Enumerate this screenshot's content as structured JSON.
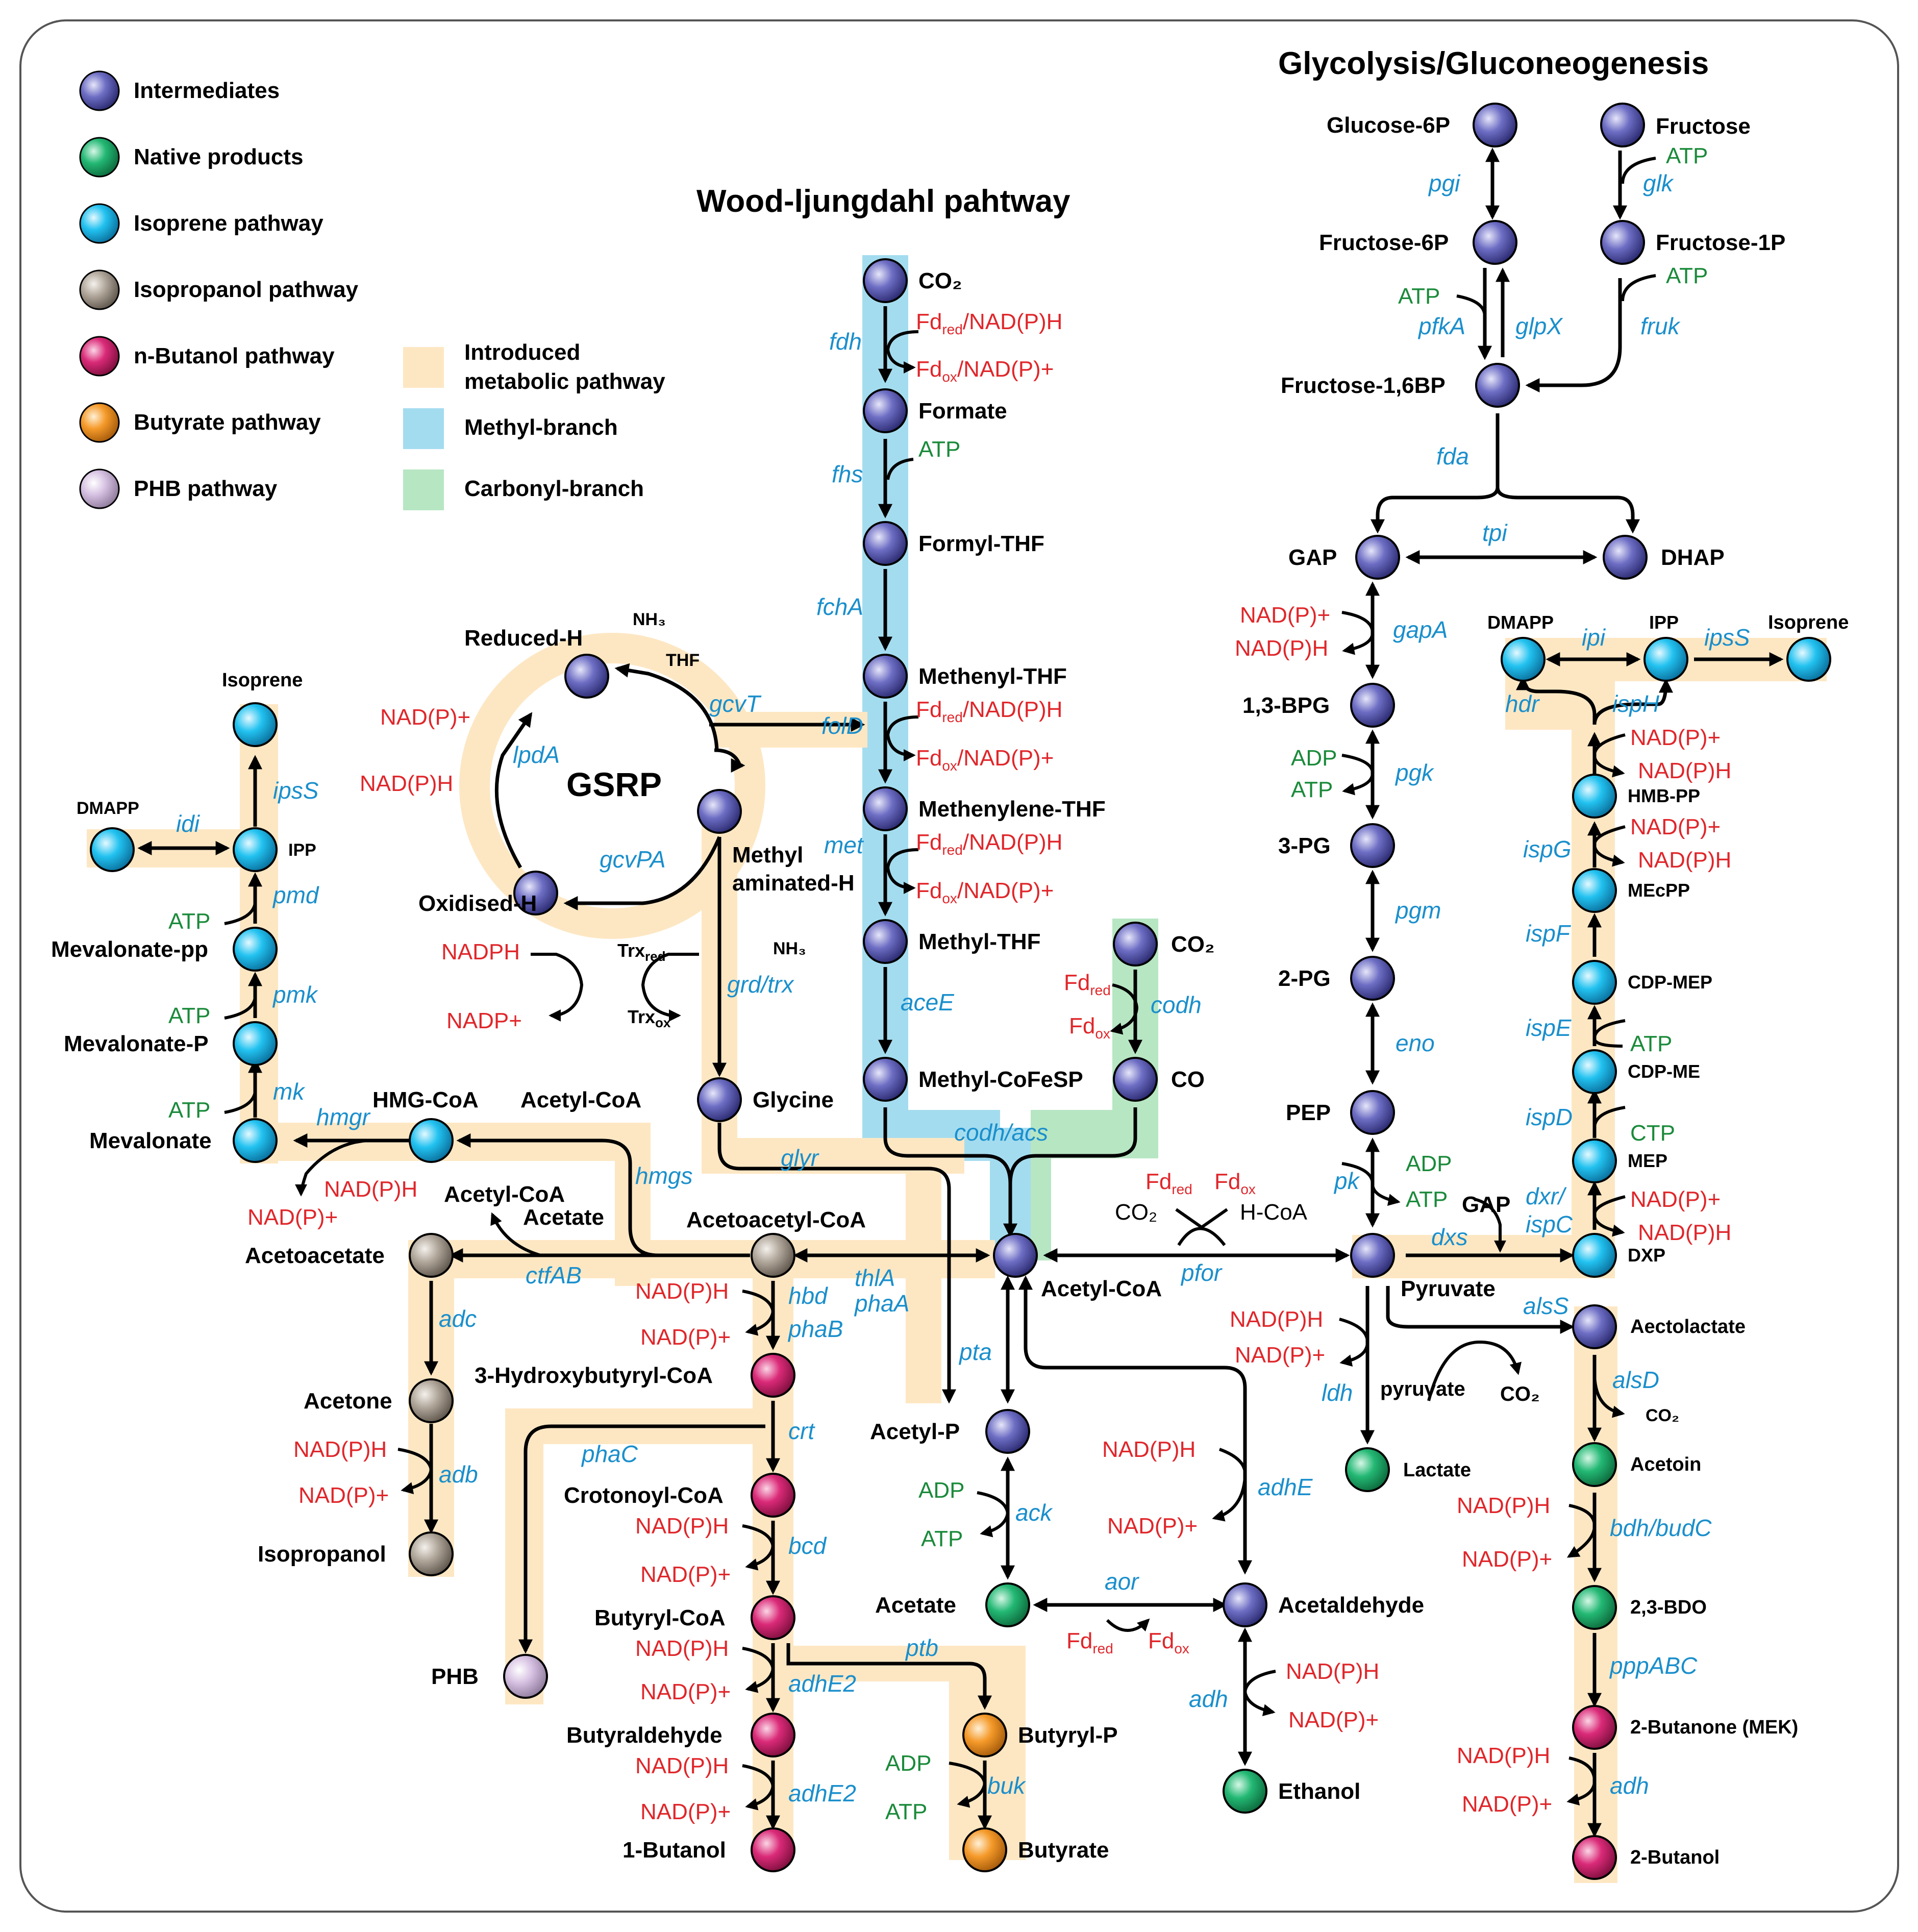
{
  "titles": {
    "wood": "Wood-ljungdahl pahtway",
    "glyco": "Glycolysis/Gluconeogenesis",
    "gsrp": "GSRP"
  },
  "colors": {
    "intermediate": "#5a5ab4",
    "native": "#1faa6a",
    "isoprene": "#19b8ea",
    "isopropanol": "#a89e92",
    "butanol": "#d4206e",
    "butyrate": "#f3921e",
    "phb": "#cdb2d9",
    "introduced": "#fde7c3",
    "methyl": "#a4dcef",
    "carbonyl": "#b7e6c3",
    "enzyme": "#1a8fcc",
    "cofactor_red": "#e0262a",
    "cofactor_green": "#1a8a3a"
  },
  "legend": [
    {
      "type": "intermediate",
      "label": "Intermediates"
    },
    {
      "type": "native",
      "label": "Native products"
    },
    {
      "type": "isoprene",
      "label": "Isoprene pathway"
    },
    {
      "type": "isopropanol",
      "label": "Isopropanol pathway"
    },
    {
      "type": "butanol",
      "label": "n-Butanol pathway"
    },
    {
      "type": "butyrate",
      "label": "Butyrate pathway"
    },
    {
      "type": "phb",
      "label": "PHB pathway"
    }
  ],
  "legend2": [
    {
      "type": "introduced",
      "label1": "Introduced",
      "label2": "metabolic pathway"
    },
    {
      "type": "methyl",
      "label1": "Methyl-branch",
      "label2": ""
    },
    {
      "type": "carbonyl",
      "label1": "Carbonyl-branch",
      "label2": ""
    }
  ],
  "nodes": [
    {
      "id": "co2_w",
      "label": "CO₂",
      "type": "intermediate"
    },
    {
      "id": "formate",
      "label": "Formate",
      "type": "intermediate"
    },
    {
      "id": "formylthf",
      "label": "Formyl-THF",
      "type": "intermediate"
    },
    {
      "id": "methenylthf",
      "label": "Methenyl-THF",
      "type": "intermediate"
    },
    {
      "id": "methenylenethf",
      "label": "Methenylene-THF",
      "type": "intermediate"
    },
    {
      "id": "methylthf",
      "label": "Methyl-THF",
      "type": "intermediate"
    },
    {
      "id": "methylcofesp",
      "label": "Methyl-CoFeSP",
      "type": "intermediate"
    },
    {
      "id": "co2_c",
      "label": "CO₂",
      "type": "intermediate"
    },
    {
      "id": "co",
      "label": "CO",
      "type": "intermediate"
    },
    {
      "id": "acetylcoa",
      "label": "Acetyl-CoA",
      "type": "intermediate"
    },
    {
      "id": "reducedh",
      "label": "Reduced-H",
      "type": "intermediate"
    },
    {
      "id": "methylaminated",
      "label": "Methyl",
      "label2": "aminated-H",
      "type": "intermediate"
    },
    {
      "id": "oxidisedh",
      "label": "Oxidised-H",
      "type": "intermediate"
    },
    {
      "id": "glycine",
      "label": "Glycine",
      "type": "intermediate"
    },
    {
      "id": "acetylp",
      "label": "Acetyl-P",
      "type": "intermediate"
    },
    {
      "id": "acetate_n",
      "label": "Acetate",
      "type": "native"
    },
    {
      "id": "acetaldehyde",
      "label": "Acetaldehyde",
      "type": "intermediate"
    },
    {
      "id": "ethanol",
      "label": "Ethanol",
      "type": "native"
    },
    {
      "id": "acetoacetylcoa",
      "label": "Acetoacetyl-CoA",
      "type": "isopropanol"
    },
    {
      "id": "acetoacetate",
      "label": "Acetoacetate",
      "type": "isopropanol"
    },
    {
      "id": "acetone",
      "label": "Acetone",
      "type": "isopropanol"
    },
    {
      "id": "isopropanol",
      "label": "Isopropanol",
      "type": "isopropanol"
    },
    {
      "id": "hbcoa",
      "label": "3-Hydroxybutyryl-CoA",
      "type": "butanol"
    },
    {
      "id": "crotonoylcoa",
      "label": "Crotonoyl-CoA",
      "type": "butanol"
    },
    {
      "id": "butyrylcoa",
      "label": "Butyryl-CoA",
      "type": "butanol"
    },
    {
      "id": "butyraldehyde",
      "label": "Butyraldehyde",
      "type": "butanol"
    },
    {
      "id": "butanol1",
      "label": "1-Butanol",
      "type": "butanol"
    },
    {
      "id": "phb",
      "label": "PHB",
      "type": "phb"
    },
    {
      "id": "butyrylp",
      "label": "Butyryl-P",
      "type": "butyrate"
    },
    {
      "id": "butyrate",
      "label": "Butyrate",
      "type": "butyrate"
    },
    {
      "id": "hmgcoa",
      "label": "HMG-CoA",
      "type": "isoprene"
    },
    {
      "id": "mevalonate",
      "label": "Mevalonate",
      "type": "isoprene"
    },
    {
      "id": "mevalonatep",
      "label": "Mevalonate-P",
      "type": "isoprene"
    },
    {
      "id": "mevalonatepp",
      "label": "Mevalonate-pp",
      "type": "isoprene"
    },
    {
      "id": "ipp_l",
      "label": "IPP",
      "type": "isoprene"
    },
    {
      "id": "dmapp_l",
      "label": "DMAPP",
      "type": "isoprene"
    },
    {
      "id": "isoprene_l",
      "label": "Isoprene",
      "type": "isoprene"
    },
    {
      "id": "glucose6p",
      "label": "Glucose-6P",
      "type": "intermediate"
    },
    {
      "id": "fructose",
      "label": "Fructose",
      "type": "intermediate"
    },
    {
      "id": "fructose6p",
      "label": "Fructose-6P",
      "type": "intermediate"
    },
    {
      "id": "fructose1p",
      "label": "Fructose-1P",
      "type": "intermediate"
    },
    {
      "id": "fructose16bp",
      "label": "Fructose-1,6BP",
      "type": "intermediate"
    },
    {
      "id": "gap",
      "label": "GAP",
      "type": "intermediate"
    },
    {
      "id": "dhap",
      "label": "DHAP",
      "type": "intermediate"
    },
    {
      "id": "bpg13",
      "label": "1,3-BPG",
      "type": "intermediate"
    },
    {
      "id": "pg3",
      "label": "3-PG",
      "type": "intermediate"
    },
    {
      "id": "pg2",
      "label": "2-PG",
      "type": "intermediate"
    },
    {
      "id": "pep",
      "label": "PEP",
      "type": "intermediate"
    },
    {
      "id": "pyruvate",
      "label": "Pyruvate",
      "type": "intermediate"
    },
    {
      "id": "lactate",
      "label": "Lactate",
      "type": "native"
    },
    {
      "id": "dmapp_r",
      "label": "DMAPP",
      "type": "isoprene"
    },
    {
      "id": "ipp_r",
      "label": "IPP",
      "type": "isoprene"
    },
    {
      "id": "isoprene_r",
      "label": "Isoprene",
      "type": "isoprene"
    },
    {
      "id": "hmbpp",
      "label": "HMB-PP",
      "type": "isoprene"
    },
    {
      "id": "mecpp",
      "label": "MEcPP",
      "type": "isoprene"
    },
    {
      "id": "cdpmep",
      "label": "CDP-MEP",
      "type": "isoprene"
    },
    {
      "id": "cdpme",
      "label": "CDP-ME",
      "type": "isoprene"
    },
    {
      "id": "mep",
      "label": "MEP",
      "type": "isoprene"
    },
    {
      "id": "dxp",
      "label": "DXP",
      "type": "isoprene"
    },
    {
      "id": "acetolactate",
      "label": "Aectolactate",
      "type": "intermediate"
    },
    {
      "id": "acetoin",
      "label": "Acetoin",
      "type": "native"
    },
    {
      "id": "bdo23",
      "label": "2,3-BDO",
      "type": "native"
    },
    {
      "id": "mek",
      "label": "2-Butanone (MEK)",
      "type": "butanol"
    },
    {
      "id": "butanol2",
      "label": "2-Butanol",
      "type": "butanol"
    }
  ],
  "enzymes": [
    "fdh",
    "fhs",
    "fchA",
    "folD",
    "met",
    "aceE",
    "codh",
    "codh/acs",
    "gcvT",
    "lpdA",
    "gcvPA",
    "grd/trx",
    "glyr",
    "thlA",
    "phaA",
    "pta",
    "ack",
    "aor",
    "adhE",
    "adh",
    "hmgs",
    "hmgr",
    "mk",
    "pmk",
    "pmd",
    "idi",
    "ipsS",
    "ctfAB",
    "adc",
    "adb",
    "hbd",
    "phaB",
    "crt",
    "phaC",
    "bcd",
    "adhE2",
    "adhE2",
    "ptb",
    "buk",
    "pgi",
    "glk",
    "pfkA",
    "glpX",
    "fruk",
    "fda",
    "tpi",
    "gapA",
    "pgk",
    "pgm",
    "eno",
    "pk",
    "pfor",
    "dxs",
    "ldh",
    "alsS",
    "alsD",
    "bdh/budC",
    "pppABC",
    "adh",
    "ipi",
    "ipsS",
    "hdr",
    "ispH",
    "ispG",
    "ispF",
    "ispE",
    "ispD",
    "dxr/",
    "ispC"
  ],
  "cofactors": {
    "nadph_plus": "NAD(P)+",
    "nadph": "NAD(P)H",
    "nadph_only": "NADPH",
    "nadp_plus": "NADP+",
    "atp": "ATP",
    "adp": "ADP",
    "ctp": "CTP",
    "fd": "Fd",
    "red": "red",
    "ox": "ox",
    "nadp_red": "/NAD(P)H",
    "nadp_ox": "/NAD(P)+",
    "trx": "Trx",
    "nh3": "NH₃",
    "thf": "THF",
    "co2": "CO₂",
    "hcoa": "H-CoA",
    "pyruvate_small": "pyruvate",
    "acetylcoa_small": "Acetyl-CoA",
    "acetate_small": "Acetate",
    "gap_small": "GAP"
  }
}
